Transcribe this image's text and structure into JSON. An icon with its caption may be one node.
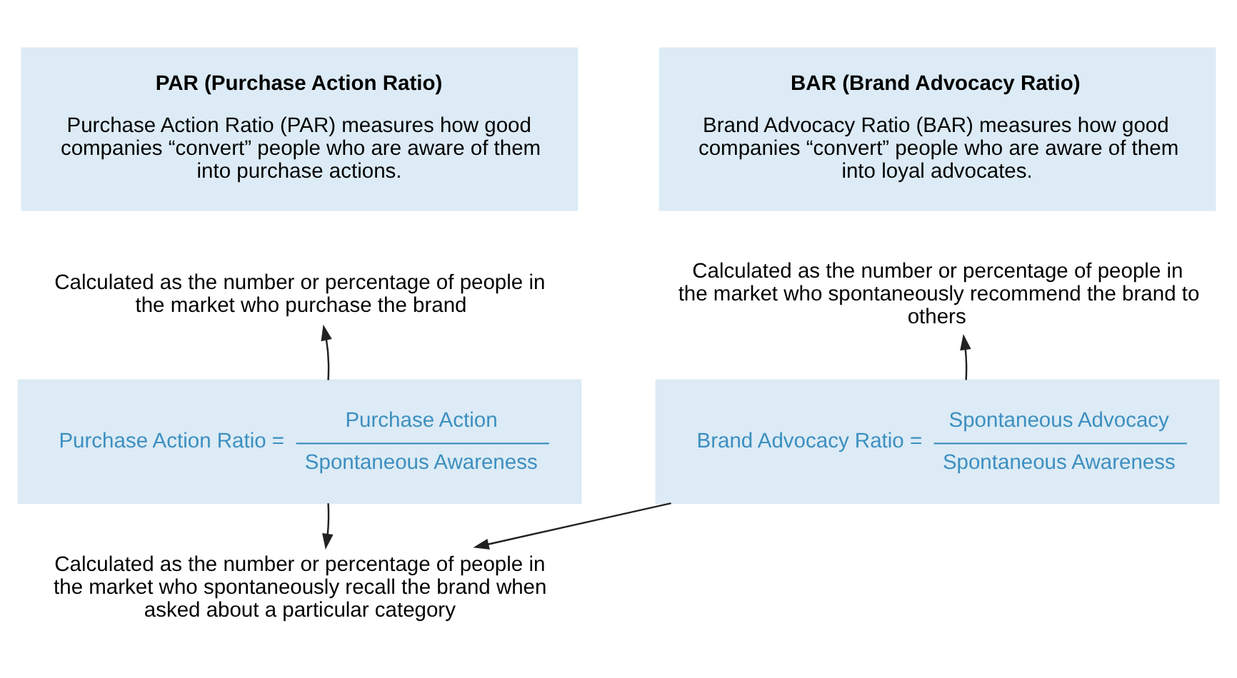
{
  "diagram": {
    "nodes": [
      {
        "text": [
          "PAR (Purchase Action Ratio)",
          "Purchase Action Ratio (PAR) measures how good companies “convert” people who are aware of them into purchase actions."
        ]
      },
      {
        "text": [
          "BAR (Brand Advocacy Ratio)",
          "Brand Advocacy Ratio (BAR) measures how good companies “convert” people who are aware of them into loyal advocates."
        ]
      },
      {
        "text": [
          "Calculated as the number or percentage of people in the market who purchase the brand"
        ]
      },
      {
        "text": [
          "Calculated as the number or percentage of people in the market who spontaneously recommend the brand to others"
        ]
      },
      {
        "text": [
          "Purchase Action Ratio =",
          "Purchase Action",
          "Spontaneous Awareness"
        ]
      },
      {
        "text": [
          "Brand Advocacy Ratio =",
          "Spontaneous Advocacy",
          "Spontaneous Awareness"
        ]
      },
      {
        "text": [
          "Calculated as the number or percentage of people in the market who spontaneously recall the brand when asked about a particular category"
        ]
      }
    ],
    "edges": [
      {
        "from": 4,
        "to": 2,
        "arrow": "to"
      },
      {
        "from": 5,
        "to": 3,
        "arrow": "to"
      },
      {
        "from": 4,
        "to": 6,
        "arrow": "to"
      },
      {
        "from": 5,
        "to": 6,
        "arrow": "to"
      }
    ]
  }
}
